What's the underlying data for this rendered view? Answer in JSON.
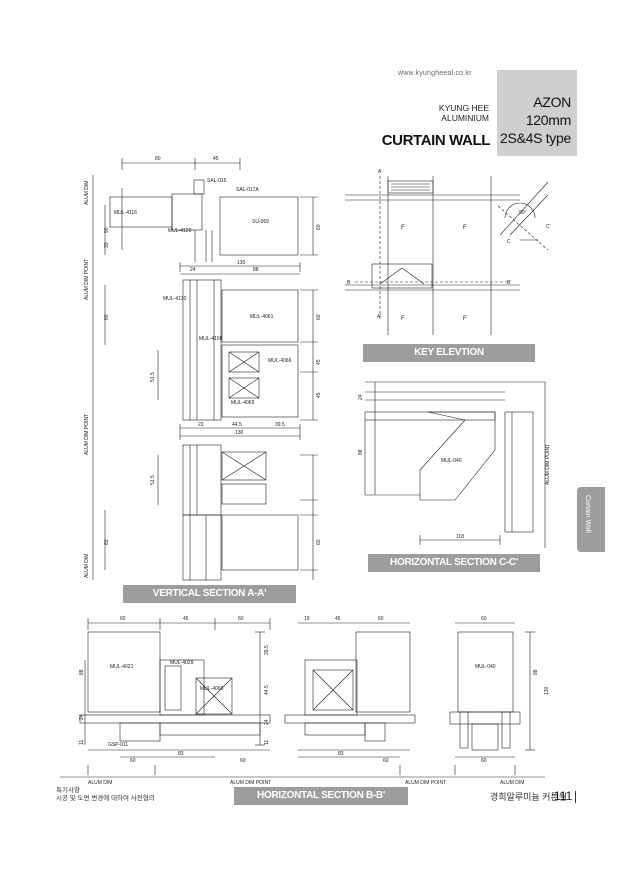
{
  "header": {
    "url": "www.kyungheeal.co.kr",
    "brand_line1": "KYUNG HEE",
    "brand_line2": "ALUMINIUM",
    "product_title": "CURTAIN WALL",
    "model_line1": "AZON",
    "model_line2": "120mm",
    "model_line3": "2S&4S type"
  },
  "side_tab": {
    "text": "Curtain Wall"
  },
  "section_labels": {
    "key_elevation": "KEY ELEVTION",
    "horizontal_cc": "HORIZONTAL SECTION C-C'",
    "vertical_aa": "VERTICAL SECTION A-A'",
    "horizontal_bb": "HORIZONTAL SECTION B-B'"
  },
  "vertical_section": {
    "dims_top": [
      "80",
      "45"
    ],
    "dims_mid": [
      "24",
      "88",
      "130"
    ],
    "dims_bottom": [
      "22",
      "44.5",
      "39.5",
      "130"
    ],
    "left_labels": [
      "ALUM DIM",
      "ALUM DIM POINT",
      "ALUM DIM POINT",
      "ALUM DIM"
    ],
    "side_dims": [
      "90",
      "30",
      "60",
      "60",
      "51.5",
      "60",
      "45",
      "45",
      "60",
      "51.5",
      "60"
    ],
    "parts": [
      "MUL-4116",
      "SAL-015",
      "SAL-017A",
      "MUL-4120",
      "SU-069",
      "MUL-4130",
      "MUL-4061",
      "MUL-4108",
      "MUL-4066",
      "MUL-4069"
    ]
  },
  "key_elevation": {
    "pane_labels": [
      "F",
      "F",
      "F",
      "F"
    ],
    "markers": [
      "A",
      "A'",
      "B",
      "B'",
      "C",
      "C'"
    ],
    "angle": "90°"
  },
  "horizontal_cc": {
    "dims": [
      "24",
      "88",
      "118"
    ],
    "part": "MUL-040",
    "right_label": "ALUM DIM POINT"
  },
  "horizontal_bb": {
    "top_dims": [
      "60",
      "45",
      "60",
      "19",
      "45",
      "60",
      "60"
    ],
    "bottom_dims": [
      "60",
      "83",
      "60",
      "83",
      "60",
      "60"
    ],
    "side_dims": [
      "88",
      "39.5",
      "44.5",
      "24",
      "11",
      "24",
      "11",
      "88",
      "130"
    ],
    "parts": [
      "MUL-4021",
      "MUL-4029",
      "MUL-4066",
      "GSP-011",
      "MUL-040"
    ],
    "bottom_labels": [
      "ALUM DIM",
      "ALUM DIM POINT",
      "ALUM DIM POINT",
      "ALUM DIM"
    ]
  },
  "footer": {
    "note_title": "특기사항",
    "note_body": "시공 및 도면 변경에 대하여 사전협의",
    "company": "경희알루미늄 커튼월",
    "page": "111"
  }
}
